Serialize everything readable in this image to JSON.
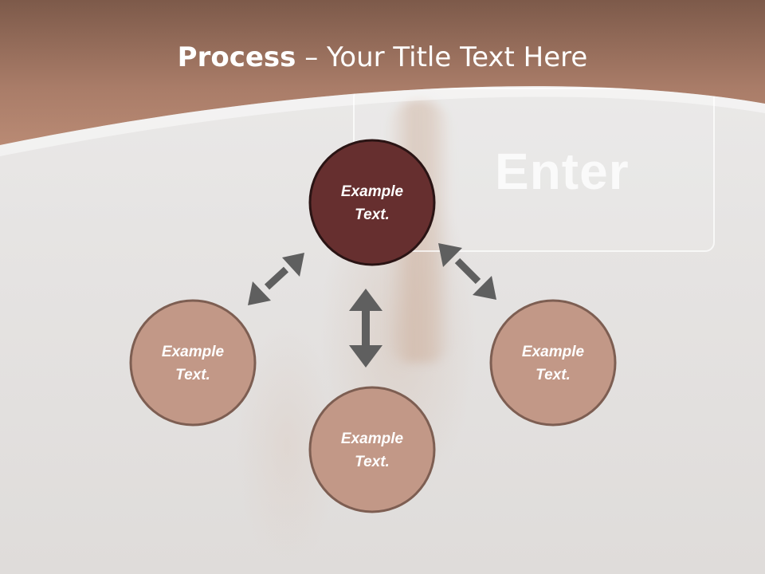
{
  "slide": {
    "title_bold": "Process",
    "title_separator": " – ",
    "title_rest": "Your Title Text Here",
    "background_key_label": "Enter"
  },
  "diagram": {
    "nodes": [
      {
        "id": "top",
        "line1": "Example",
        "line2": "Text.",
        "fill": "#662f2f"
      },
      {
        "id": "left",
        "line1": "Example",
        "line2": "Text.",
        "fill": "#c29887"
      },
      {
        "id": "bottom",
        "line1": "Example",
        "line2": "Text.",
        "fill": "#c29887"
      },
      {
        "id": "right",
        "line1": "Example",
        "line2": "Text.",
        "fill": "#c29887"
      }
    ],
    "connectors": [
      {
        "from": "top",
        "to": "left",
        "type": "double-arrow"
      },
      {
        "from": "top",
        "to": "bottom",
        "type": "double-arrow"
      },
      {
        "from": "top",
        "to": "right",
        "type": "double-arrow"
      }
    ],
    "colors": {
      "node_border": "#7d5e52",
      "top_border": "#2a1414",
      "arrow": "#5f5f5f",
      "header": "#a87a68"
    }
  }
}
